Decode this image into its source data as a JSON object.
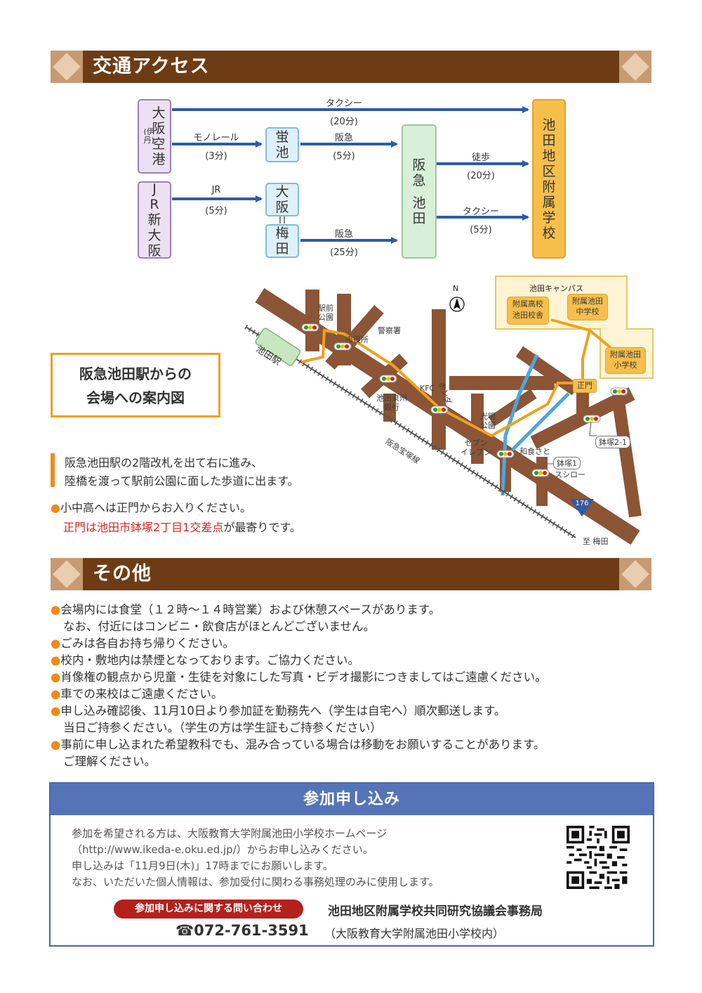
{
  "access": {
    "title": "交通アクセス",
    "osaka_airport": [
      "大",
      "阪",
      "(伊丹)",
      "空",
      "港"
    ],
    "jr_shin_osaka": [
      "J",
      "R",
      "新",
      "大",
      "阪"
    ],
    "hotarugaike": [
      "蛍",
      "池"
    ],
    "osaka_st": [
      "大",
      "阪"
    ],
    "umeda": [
      "梅",
      "田"
    ],
    "hankyu_ikeda": [
      "阪",
      "急",
      "池",
      "田"
    ],
    "school": [
      "池",
      "田",
      "地",
      "区",
      "附",
      "属",
      "学",
      "校"
    ],
    "taxi1_label": "タクシー",
    "taxi1_time": "(20分)",
    "monorail_label": "モノレール",
    "monorail_time": "(3分)",
    "hankyu1_label": "阪急",
    "hankyu1_time": "(5分)",
    "walk_label": "徒歩",
    "walk_time": "(20分)",
    "taxi2_label": "タクシー",
    "taxi2_time": "(5分)",
    "jr_label": "JR",
    "jr_time": "(5分)",
    "hankyu2_label": "阪急",
    "hankyu2_time": "(25分)"
  },
  "map": {
    "guide_title_line1": "阪急池田駅からの",
    "guide_title_line2": "会場への案内図",
    "north": "N",
    "campus": "池田キャンパス",
    "high_school": [
      "附属高校",
      "池田校舎"
    ],
    "junior_high": [
      "附属池田",
      "中学校"
    ],
    "elementary": [
      "附属池田",
      "小学校"
    ],
    "seimon": "正門",
    "ikeda_station": "池田駅",
    "ekimae_park": [
      "駅前",
      "公園"
    ],
    "city_hall": "市役所",
    "police": "警察署",
    "kfc": "KFC",
    "honda": "ホンダ",
    "bank": [
      "池田泉州",
      "銀行"
    ],
    "komyo_park": [
      "光明",
      "公園"
    ],
    "seven": [
      "セブン",
      "イレブン"
    ],
    "washoku": "和食さと",
    "hachizuka1": "鉢塚1",
    "sushiro": "スシロー",
    "hachizuka2": "鉢塚2-1",
    "route176": "176",
    "takarazuka_line": "阪急宝塚線",
    "to_umeda": "至 梅田"
  },
  "directions": {
    "line1": "阪急池田駅の2階改札を出て右に進み、",
    "line2": "陸橋を渡って駅前公園に面した歩道に出ます。",
    "gate_note": "小中高へは正門からお入りください。",
    "gate_red": "正門は池田市鉢塚2丁目1交差点",
    "gate_suffix": "が最寄りです。"
  },
  "other": {
    "title": "その他",
    "items": [
      [
        "会場内には食堂（１２時～１４時営業）および休憩スペースがあります。",
        "なお、付近にはコンビニ・飲食店がほとんどございません。"
      ],
      [
        "ごみは各自お持ち帰りください。"
      ],
      [
        "校内・敷地内は禁煙となっております。ご協力ください。"
      ],
      [
        "肖像権の観点から児童・生徒を対象にした写真・ビデオ撮影につきましてはご遠慮ください。"
      ],
      [
        "車での来校はご遠慮ください。"
      ],
      [
        "申し込み確認後、11月10日より参加証を勤務先へ（学生は自宅へ）順次郵送します。",
        "当日ご持参ください。（学生の方は学生証もご持参ください）"
      ],
      [
        "事前に申し込まれた希望教科でも、混み合っている場合は移動をお願いすることがあります。",
        "ご理解ください。"
      ]
    ]
  },
  "apply": {
    "title": "参加申し込み",
    "line1": "参加を希望される方は、大阪教育大学附属池田小学校ホームページ",
    "line2": "（http://www.ikeda-e.oku.ed.jp/）からお申し込みください。",
    "line3": "申し込みは「11月9日(木)」17時までにお願いします。",
    "line4": "なお、いただいた個人情報は、参加受付に関わる事務処理のみに使用します。",
    "contact_pill": "参加申し込みに関する問い合わせ",
    "office": "池田地区附属学校共同研究協議会事務局",
    "phone": "☎072-761-3591",
    "phone_note": "（大阪教育大学附属池田小学校内）"
  },
  "colors": {
    "section_brown": "#6e3c14",
    "apply_blue": "#5574b8",
    "arrow_blue": "#2e5aa8",
    "road_brown": "#8b5536",
    "route_orange": "#f0a020",
    "accent_orange": "#f08a17",
    "red_text": "#d7261d"
  }
}
